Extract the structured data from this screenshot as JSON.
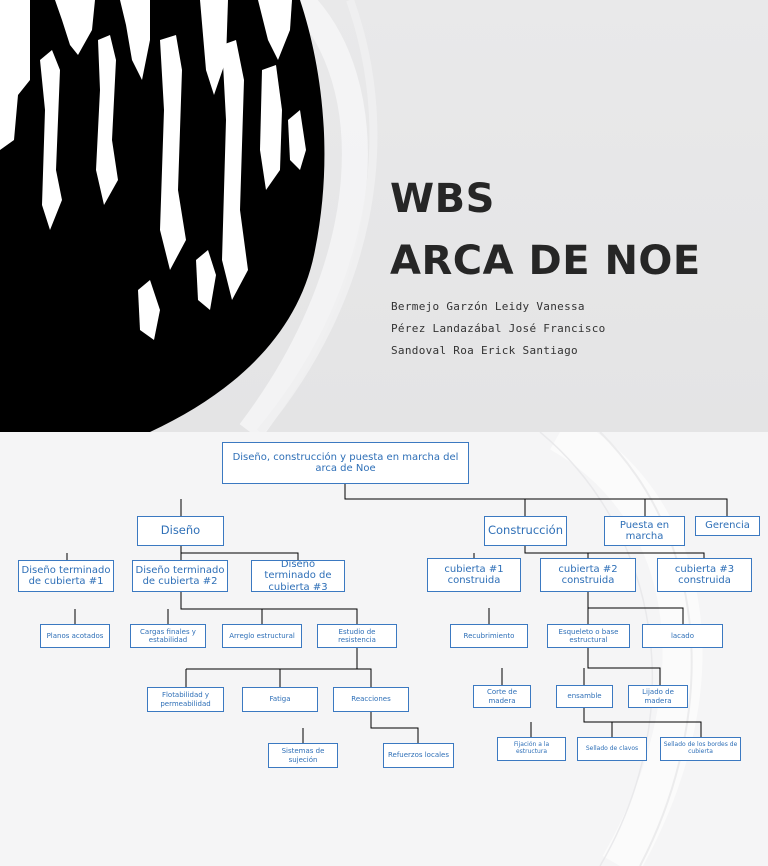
{
  "slide1": {
    "title_line1": "WBS",
    "title_line2": "ARCA DE NOE",
    "authors": [
      "Bermejo Garzón Leidy Vanessa",
      "Pérez Landazábal José Francisco",
      "Sandoval Roa Erick Santiago"
    ]
  },
  "wbs": {
    "root": "Diseño, construcción y puesta en marcha del arca de Noe",
    "diseno": "Diseño",
    "construccion": "Construcción",
    "puesta": "Puesta en marcha",
    "gerencia": "Gerencia",
    "diseno_children": [
      "Diseño terminado de cubierta #1",
      "Diseño terminado de cubierta #2",
      "Diseño terminado de cubierta #3"
    ],
    "cubierta2_children": [
      "Planos acotados",
      "Cargas finales y estabilidad",
      "Arreglo estructural",
      "Estudio de resistencia"
    ],
    "estudio_children": [
      "Flotabilidad y permeabilidad",
      "Fatiga",
      "Reacciones"
    ],
    "reacciones_children": [
      "Sistemas de sujeción",
      "Refuerzos locales"
    ],
    "construccion_children": [
      "cubierta #1 construida",
      "cubierta #2 construida",
      "cubierta #3 construida"
    ],
    "cub2_children": [
      "Recubrimiento",
      "Esqueleto o base estructural",
      "lacado"
    ],
    "esqueleto_children": [
      "Corte de madera",
      "ensamble",
      "Lijado de madera"
    ],
    "ensamble_children": [
      "Fijación a la estructura",
      "Sellado de clavos",
      "Sellado de los bordes de cubierta"
    ]
  },
  "colors": {
    "node_border": "#3b79c1",
    "node_text": "#2e6fb7",
    "connector": "#000000",
    "title_text": "#262626"
  }
}
